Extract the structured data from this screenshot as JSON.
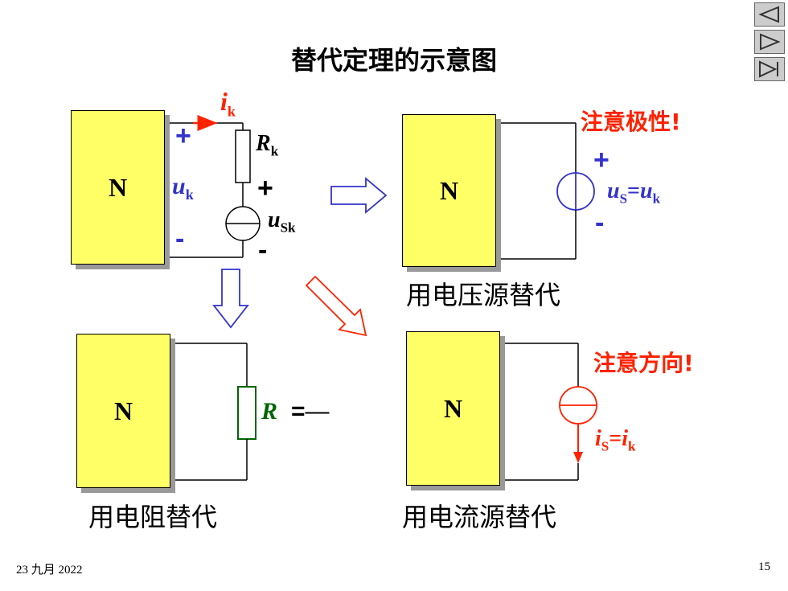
{
  "slide": {
    "title": "替代定理的示意图",
    "footer_date": "23 九月 2022",
    "page_number": "15"
  },
  "nav": {
    "prev_icon": "triangle-left-icon",
    "next_icon": "triangle-right-icon",
    "end_icon": "triangle-right-bar-icon"
  },
  "panels": {
    "original": {
      "network_label": "N",
      "current_symbol": "i",
      "current_sub": "k",
      "voltage_symbol": "u",
      "voltage_sub": "k",
      "plus": "+",
      "minus": "-",
      "resistor_symbol": "R",
      "resistor_sub": "k",
      "source_plus": "+",
      "source_minus": "-",
      "source_symbol": "u",
      "source_sub": "Sk"
    },
    "voltage_source": {
      "network_label": "N",
      "note": "注意极性!",
      "plus": "+",
      "minus": "-",
      "eq_left": "u",
      "eq_left_sub": "S",
      "eq_sign": "=",
      "eq_right": "u",
      "eq_right_sub": "k",
      "caption": "用电压源替代"
    },
    "resistor": {
      "network_label": "N",
      "r_symbol": "R",
      "eq_sign": "=",
      "fraction_bar": "—",
      "caption": "用电阻替代"
    },
    "current_source": {
      "network_label": "N",
      "note": "注意方向!",
      "eq_left": "i",
      "eq_left_sub": "S",
      "eq_sign": "=",
      "eq_right": "i",
      "eq_right_sub": "k",
      "caption": "用电流源替代"
    }
  },
  "colors": {
    "network_fill": "#ffff66",
    "blue": "#3333cc",
    "red": "#ff2200",
    "green": "#006600"
  }
}
